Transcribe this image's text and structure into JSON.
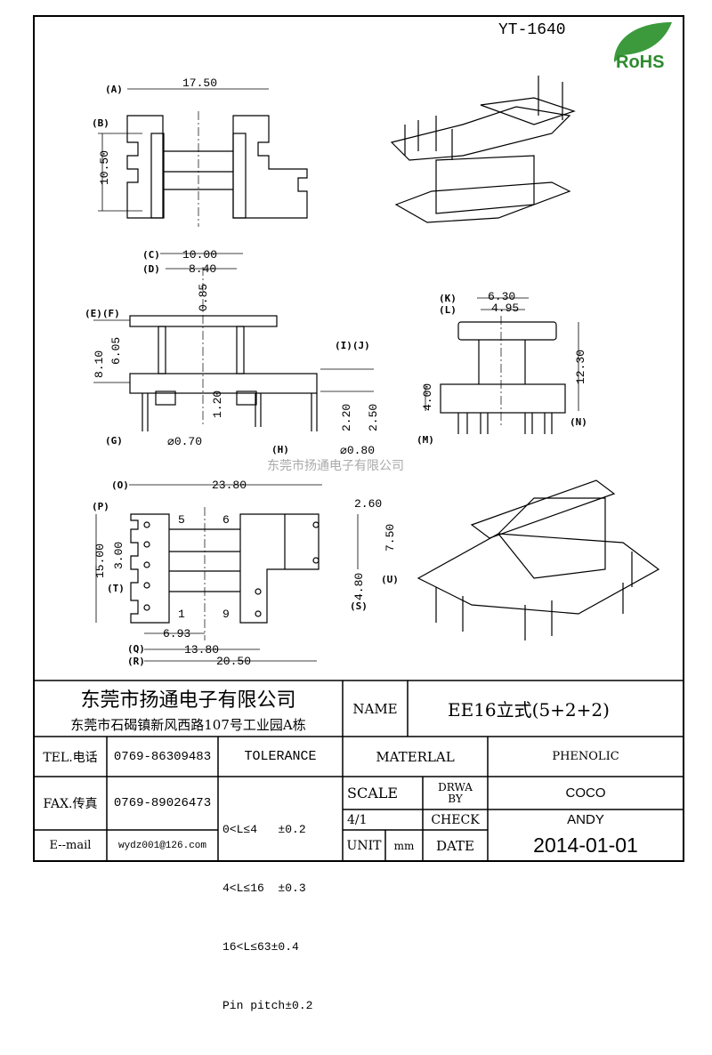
{
  "header": {
    "part_number": "YT-1640",
    "rohs_label": "RoHS"
  },
  "watermark": "东莞市扬通电子有限公司",
  "top_view": {
    "refs": [
      "(A)",
      "(B)"
    ],
    "dims": [
      "17.50",
      "10.50"
    ]
  },
  "front_view": {
    "refs": [
      "(C)",
      "(D)",
      "(E)(F)",
      "(I)(J)",
      "(G)",
      "(H)"
    ],
    "dims": [
      "10.00",
      "8.40",
      "0.85",
      "8.10",
      "6.05",
      "1.20",
      "2.20",
      "2.50",
      "⌀0.70",
      "⌀0.80"
    ]
  },
  "side_view": {
    "refs": [
      "(K)",
      "(L)",
      "(N)",
      "(M)"
    ],
    "dims": [
      "6.30",
      "4.95",
      "12.30",
      "4.00"
    ]
  },
  "bottom_view": {
    "refs": [
      "(O)",
      "(P)",
      "(T)",
      "(Q)",
      "(R)",
      "(S)",
      "(U)"
    ],
    "dims": [
      "23.80",
      "2.60",
      "15.00",
      "3.00",
      "7.50",
      "4.80",
      "6.93",
      "13.80",
      "20.50"
    ],
    "pin_numbers": [
      "5",
      "6",
      "1",
      "9"
    ]
  },
  "title_block": {
    "company": "东莞市扬通电子有限公司",
    "address": "东莞市石碣镇新风西路107号工业园A栋",
    "name_label": "NAME",
    "name_value": "EE16立式(5+2+2)",
    "tel_label": "TEL.电话",
    "tel_value": "0769-86309483",
    "fax_label": "FAX.传真",
    "fax_value": "0769-89026473",
    "email_label": "E--mail",
    "email_value": "wydz001@126.com",
    "tolerance_label": "TOLERANCE",
    "tolerances": [
      "0<L≤4   ±0.2",
      "4<L≤16  ±0.3",
      "16<L≤63±0.4",
      "Pin pitch±0.2"
    ],
    "material_label": "MATERLAL",
    "material_value": "PHENOLIC",
    "scale_label": "SCALE",
    "scale_value": "4/1",
    "drawn_label": "DRWA BY",
    "drawn_value": "COCO",
    "check_label": "CHECK",
    "check_value": "ANDY",
    "unit_label": "UNIT",
    "unit_value": "mm",
    "date_label": "DATE",
    "date_value": "2014-01-01"
  }
}
